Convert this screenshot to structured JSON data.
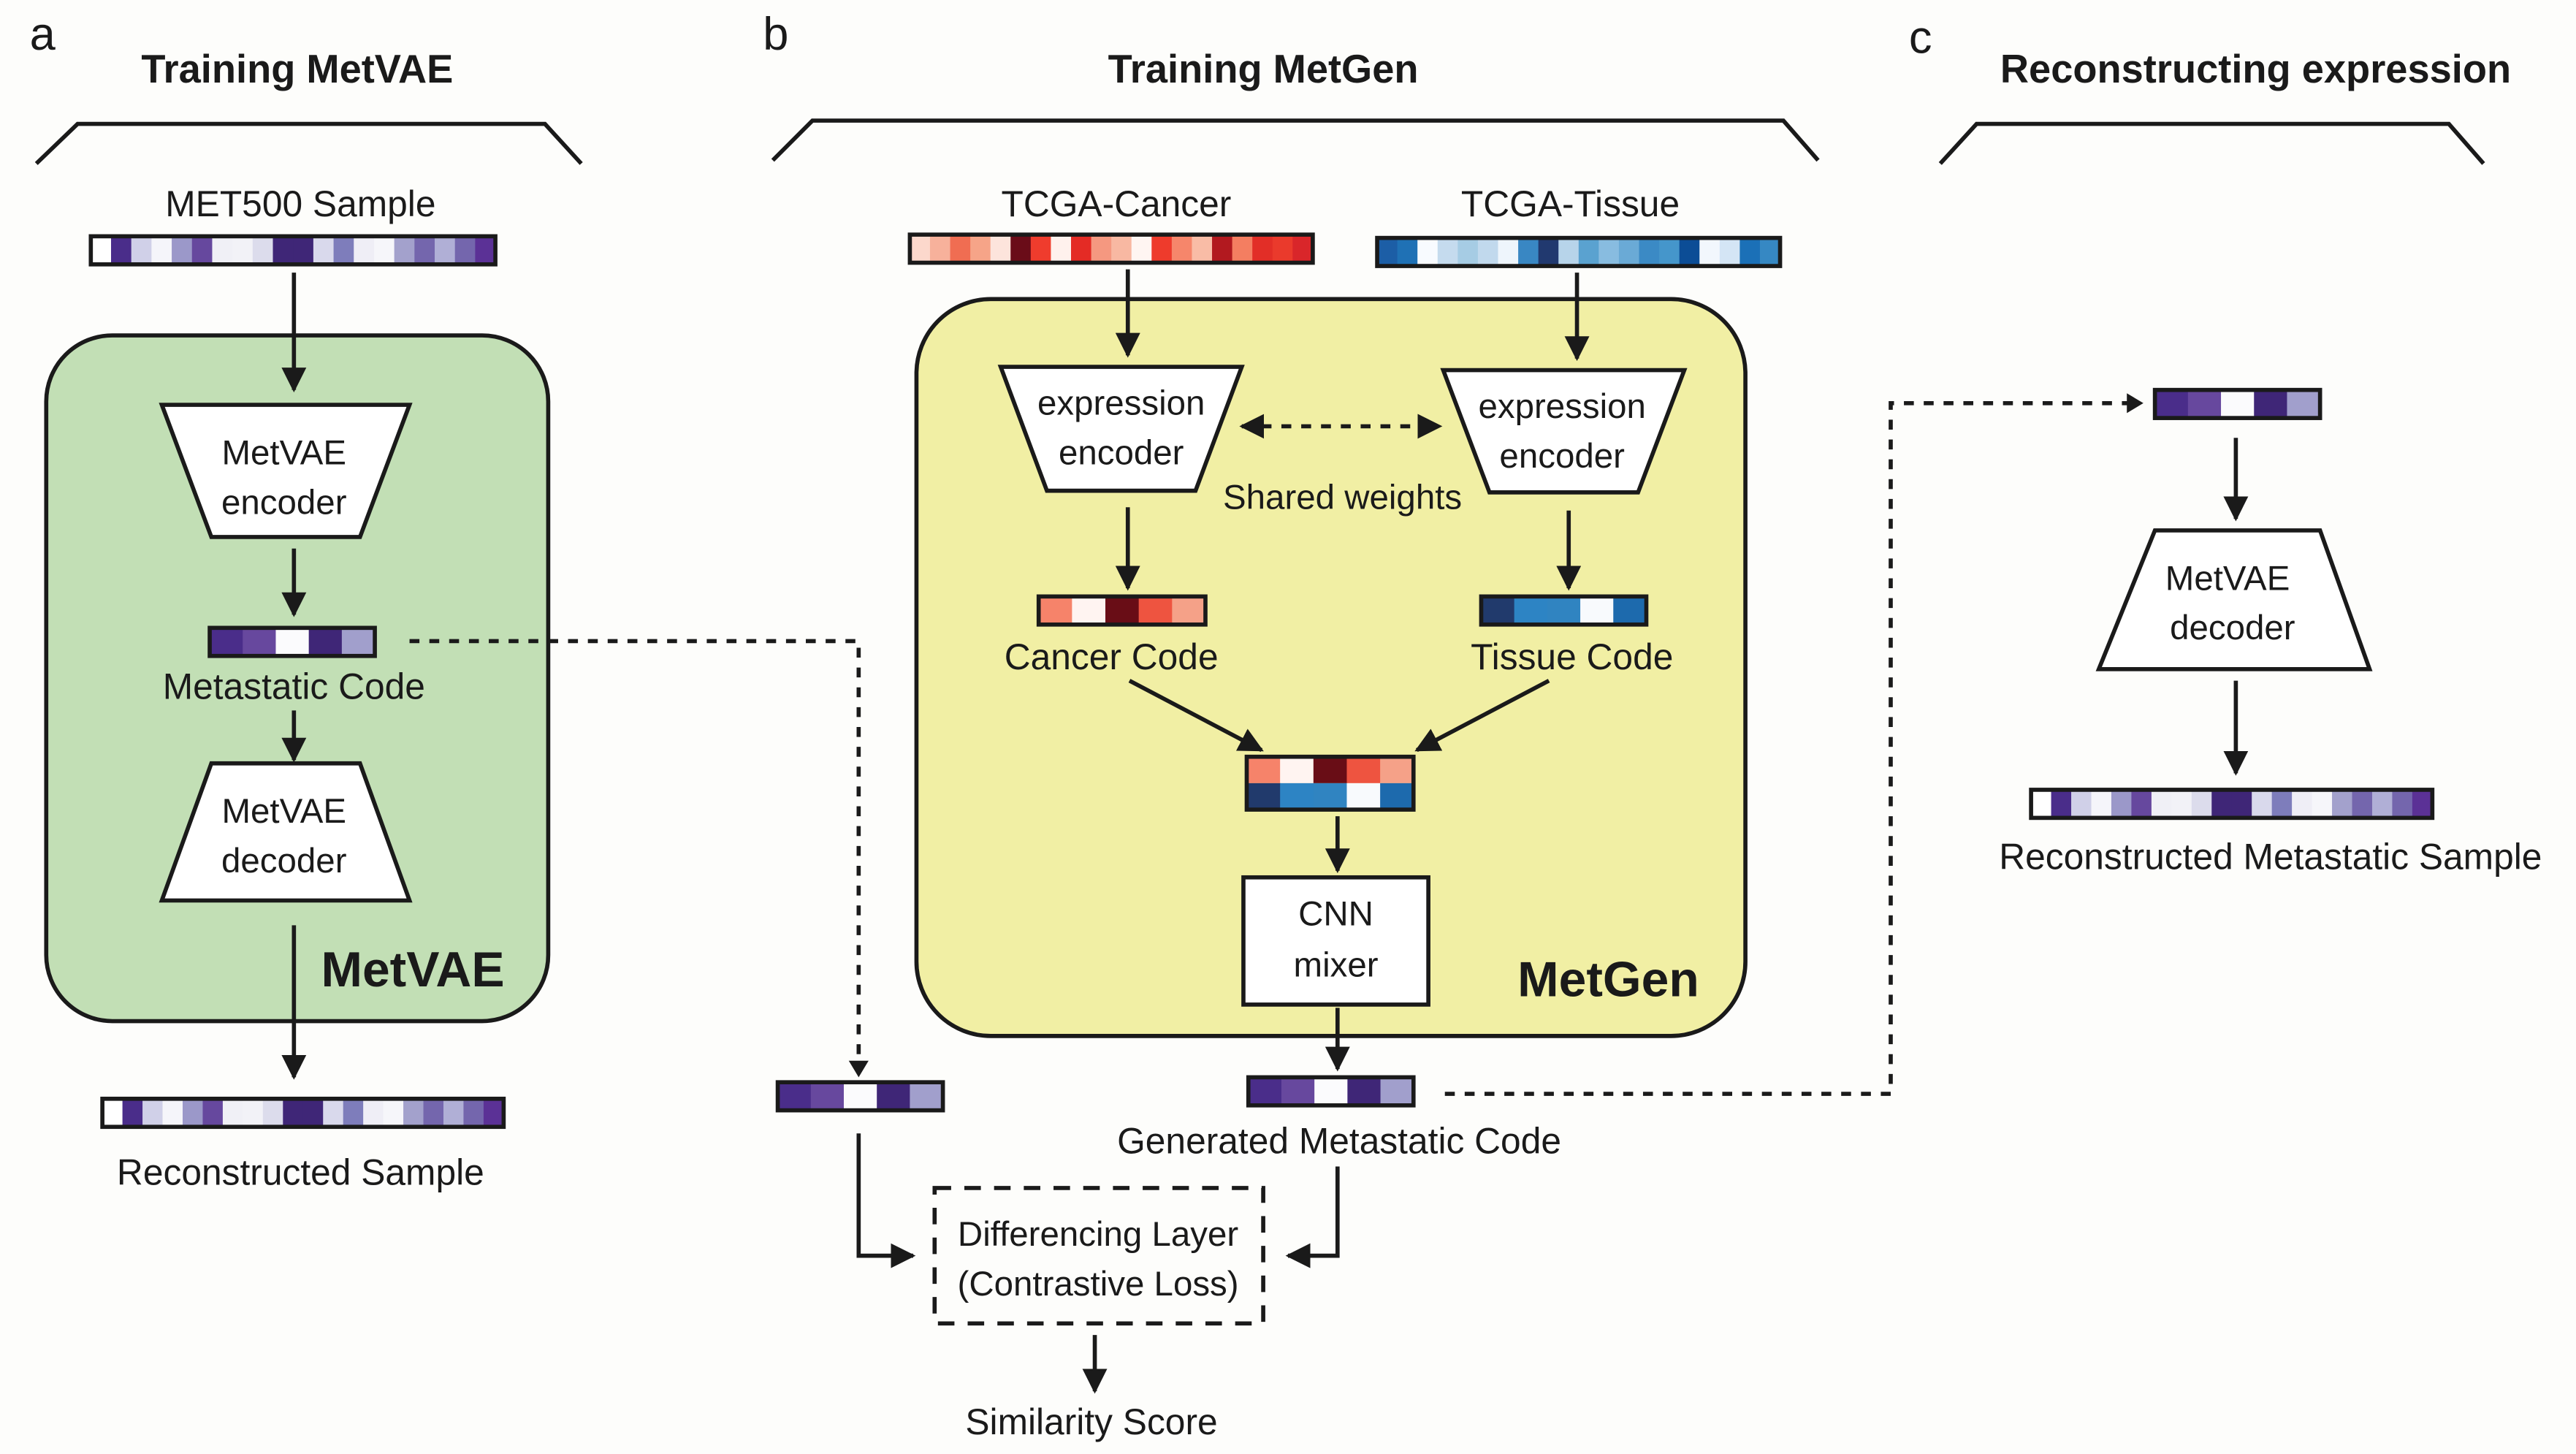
{
  "panels": {
    "a": {
      "letter": "a",
      "title": "Training MetVAE"
    },
    "b": {
      "letter": "b",
      "title": "Training MetGen"
    },
    "c": {
      "letter": "c",
      "title": "Reconstructing expression"
    }
  },
  "panel_a": {
    "input_label": "MET500 Sample",
    "encoder": [
      "MetVAE",
      "encoder"
    ],
    "code_label": "Metastatic Code",
    "decoder": [
      "MetVAE",
      "decoder"
    ],
    "model_name": "MetVAE",
    "output_label": "Reconstructed Sample",
    "model_color": "#c2dfb5"
  },
  "panel_b": {
    "cancer_label": "TCGA-Cancer",
    "tissue_label": "TCGA-Tissue",
    "encoder_left": [
      "expression",
      "encoder"
    ],
    "encoder_right": [
      "expression",
      "encoder"
    ],
    "shared_label": "Shared weights",
    "cancer_code_label": "Cancer Code",
    "tissue_code_label": "Tissue Code",
    "mixer": [
      "CNN",
      "mixer"
    ],
    "model_name": "MetGen",
    "generated_label": "Generated Metastatic Code",
    "differencing": [
      "Differencing Layer",
      "(Contrastive Loss)"
    ],
    "similarity_label": "Similarity Score",
    "model_color": "#f1efa4"
  },
  "panel_c": {
    "decoder": [
      "MetVAE",
      "decoder"
    ],
    "output_label": "Reconstructed Metastatic Sample"
  },
  "heatmaps": {
    "met_sample": [
      "#ffffff",
      "#4a2d8a",
      "#d0d0e8",
      "#f5f5fa",
      "#9b98c9",
      "#66489e",
      "#f0f0f6",
      "#f2f2f7",
      "#dcdcec",
      "#3f2677",
      "#3f2677",
      "#d9d9ec",
      "#7e7dbb",
      "#efeef6",
      "#f6f6fa",
      "#a3a1cc",
      "#7466ad",
      "#b0afd6",
      "#7466ad",
      "#5b3196"
    ],
    "met_code": [
      "#4a2d8a",
      "#67489e",
      "#fbfbfd",
      "#3f2677",
      "#a19fcc"
    ],
    "tcga_cancer": [
      "#fcd8cc",
      "#f7b19b",
      "#f06d52",
      "#f6a488",
      "#fde4dc",
      "#6a0c18",
      "#ef3c2d",
      "#fff1ed",
      "#e42b25",
      "#f59880",
      "#f8b8a2",
      "#fff5f2",
      "#ee3b2c",
      "#f6866b",
      "#f9bca6",
      "#b2191f",
      "#f47e61",
      "#e22e27",
      "#ea3a2c",
      "#d9262a"
    ],
    "tcga_tissue": [
      "#1c5ea6",
      "#1f71b5",
      "#f8fbff",
      "#c5dbee",
      "#a6cce4",
      "#c1d9ed",
      "#eef5fc",
      "#3987c3",
      "#21396f",
      "#b7d4ea",
      "#5aa2d0",
      "#88bce0",
      "#6aaad6",
      "#3b8ac5",
      "#4596cb",
      "#0c4d96",
      "#f2f7fd",
      "#d4e5f5",
      "#1b70b7",
      "#3688c3"
    ],
    "cancer_code": [
      "#f6836a",
      "#fff4f1",
      "#690d16",
      "#ee5440",
      "#f5a188"
    ],
    "tissue_code": [
      "#213a6c",
      "#2d84c4",
      "#3084c1",
      "#f8fafd",
      "#1d6aad"
    ],
    "generated_code": [
      "#4a2d8a",
      "#67489e",
      "#fbfbfd",
      "#3f2677",
      "#a19fcc"
    ]
  }
}
